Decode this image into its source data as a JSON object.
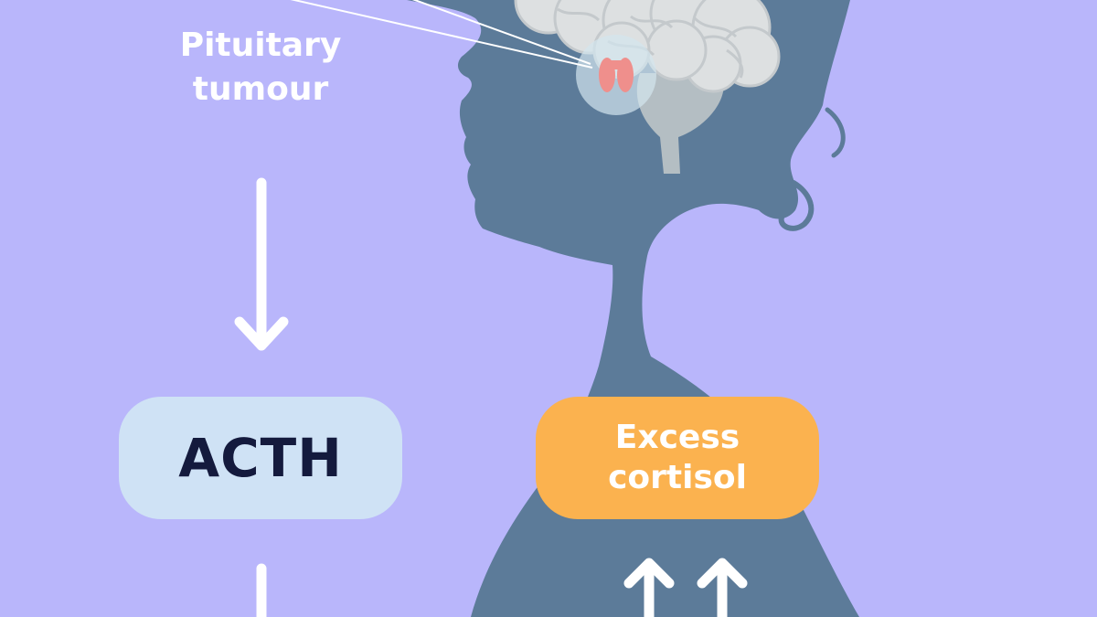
{
  "labels": {
    "tumour_line1": "Pituitary",
    "tumour_line2": "tumour",
    "acth": "ACTH",
    "cortisol_line1": "Excess",
    "cortisol_line2": "cortisol"
  },
  "colors": {
    "background": "#b9b6fb",
    "silhouette": "#5c7b99",
    "acth_pill": "#cfe2f5",
    "acth_text": "#141a3d",
    "cortisol_pill": "#fbb24f",
    "arrow": "#ffffff",
    "brain": "#dde0e1",
    "brainstem": "#b4bec3",
    "pituitary": "#ef8f8c"
  },
  "icons": {
    "brain": "brain-icon",
    "pituitary": "pituitary-gland-icon"
  }
}
